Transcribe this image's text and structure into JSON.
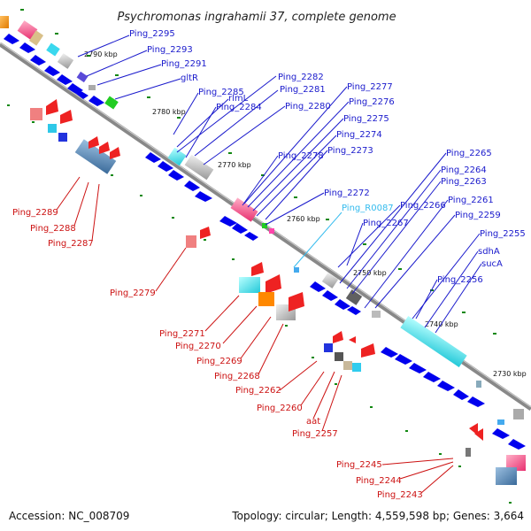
{
  "title": "Psychromonas ingrahamii 37, complete genome",
  "footer": {
    "accession": "Accession: NC_008709",
    "summary": "Topology: circular; Length: 4,559,598 bp; Genes: 3,664"
  },
  "ticks": [
    "2790 kbp",
    "2780 kbp",
    "2770 kbp",
    "2760 kbp",
    "2750 kbp",
    "2740 kbp",
    "2730 kbp"
  ],
  "blue_labels": [
    "Ping_2295",
    "Ping_2293",
    "Ping_2291",
    "gltR",
    "Ping_2285",
    "rlmL",
    "Ping_2282",
    "Ping_2281",
    "Ping_2284",
    "Ping_2280",
    "Ping_2277",
    "Ping_2276",
    "Ping_2275",
    "Ping_2274",
    "Ping_2278",
    "Ping_2273",
    "Ping_2272",
    "Ping_2266",
    "Ping_2267",
    "Ping_2265",
    "Ping_2264",
    "Ping_2263",
    "Ping_2261",
    "Ping_2259",
    "Ping_2255",
    "sdhA",
    "sucA",
    "Ping_2256"
  ],
  "cyan_labels": [
    "Ping_R0087"
  ],
  "red_labels": [
    "Ping_2289",
    "Ping_2288",
    "Ping_2287",
    "Ping_2279",
    "Ping_2271",
    "Ping_2270",
    "Ping_2269",
    "Ping_2268",
    "Ping_2262",
    "Ping_2260",
    "aat",
    "Ping_2257",
    "Ping_2245",
    "Ping_2244",
    "Ping_2243"
  ],
  "colors": {
    "forward_label": "#1a1acc",
    "reverse_label": "#cc1111",
    "rrna_label": "#33bbee",
    "backbone": "#777777",
    "cds": "#0000ee",
    "gc_skew": "#118811"
  }
}
